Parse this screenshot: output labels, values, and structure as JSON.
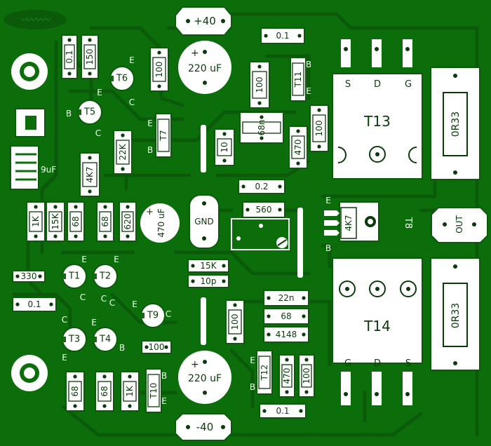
{
  "texts": {
    "pos40": "+40",
    "neg40": "-40",
    "gnd": "GND",
    "out": "OUT",
    "cap_top": "220 uF",
    "cap_bot": "220 uF",
    "cap_mid": "470 uF",
    "cap_left": "9uF",
    "c01_top": "0.1",
    "c01_topleft": "0.1",
    "c01_left": "0.1",
    "c01_bot": "0.1",
    "c02": "0.2",
    "c22n": "22n",
    "c68n": "68n",
    "c10p": "10p",
    "r150": "150",
    "r100_a": "100",
    "r100_b": "100",
    "r100_c": "100",
    "r100_d": "100",
    "r100_e": "100",
    "r100_f": "100",
    "r22k": "22K",
    "r4k7_a": "4K7",
    "r4k7_b": "4K7",
    "r1k_a": "1K",
    "r1k_b": "1K",
    "r15k_a": "15K",
    "r15k_b": "15K",
    "r68_a": "68",
    "r68_b": "68",
    "r68_c": "68",
    "r68_d": "68",
    "r68_e": "68",
    "r620": "620",
    "r330": "330",
    "r560": "560",
    "r470_a": "470",
    "r470_b": "470",
    "r10": "10",
    "d4148": "4148",
    "or33_a": "0R33",
    "or33_b": "0R33",
    "T1": "T1",
    "T2": "T2",
    "T3": "T3",
    "T4": "T4",
    "T5": "T5",
    "T6": "T6",
    "T7": "T7",
    "T8": "T8",
    "T9": "T9",
    "T10": "T10",
    "T11": "T11",
    "T12": "T12",
    "T13": "T13",
    "T14": "T14",
    "pin_S": "S",
    "pin_D": "D",
    "pin_G": "G",
    "pin_E": "E",
    "pin_B": "B",
    "pin_C": "C",
    "plus": "+"
  }
}
